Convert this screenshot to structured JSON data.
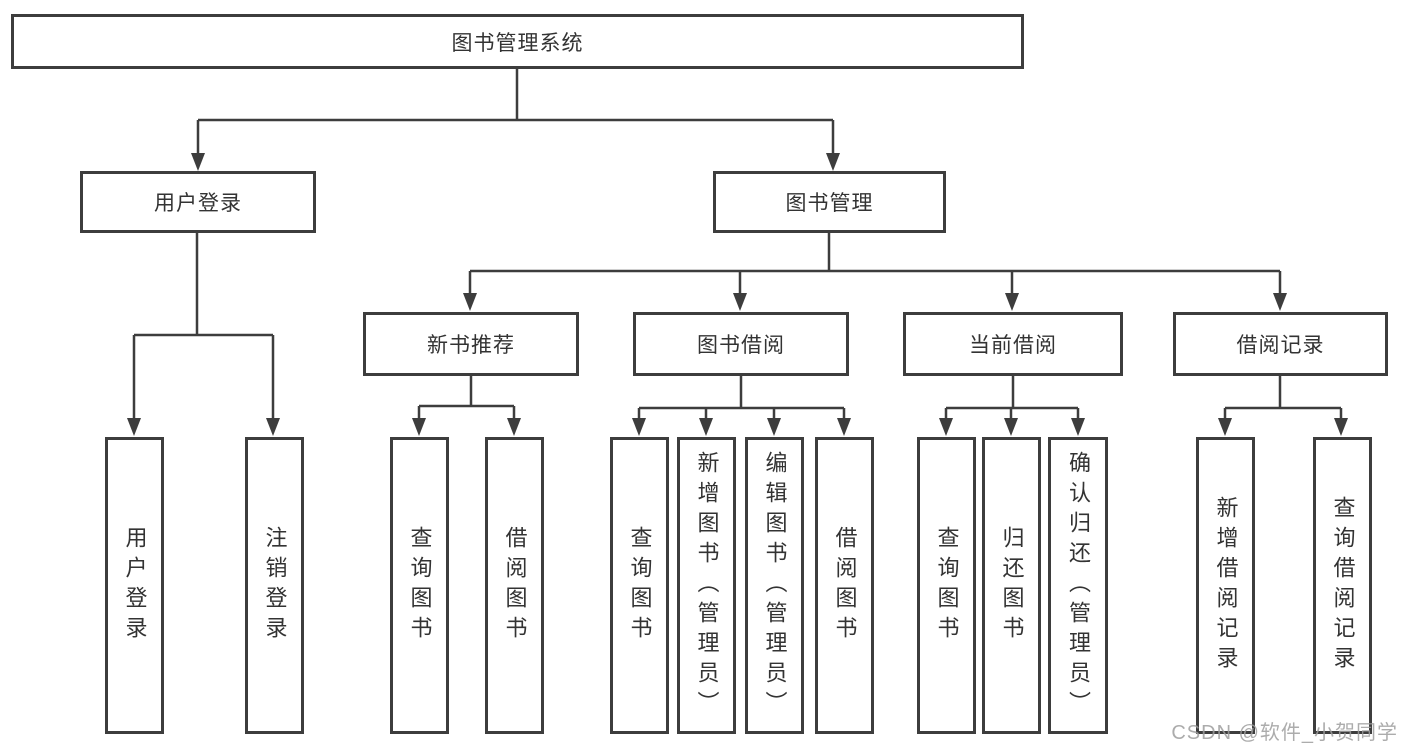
{
  "diagram": {
    "type": "hierarchy-tree",
    "colors": {
      "line": "#3d3d3d",
      "box_border": "#3d3d3d",
      "text": "#333333",
      "background": "#ffffff",
      "watermark": "#9e9e9e"
    },
    "tree": {
      "root": {
        "label": "图书管理系统",
        "children": {
          "user_login": {
            "label": "用户登录",
            "children": {
              "login": {
                "label": "用户登录"
              },
              "logout": {
                "label": "注销登录"
              }
            }
          },
          "book_mgmt": {
            "label": "图书管理",
            "children": {
              "new_book_rec": {
                "label": "新书推荐",
                "children": {
                  "query_book": {
                    "label": "查询图书"
                  },
                  "borrow_book": {
                    "label": "借阅图书"
                  }
                }
              },
              "book_borrow": {
                "label": "图书借阅",
                "children": {
                  "query_book": {
                    "label": "查询图书"
                  },
                  "add_book": {
                    "label": "新增图书（管理员）"
                  },
                  "edit_book": {
                    "label": "编辑图书（管理员）"
                  },
                  "borrow_book": {
                    "label": "借阅图书"
                  }
                }
              },
              "current_borrow": {
                "label": "当前借阅",
                "children": {
                  "query_book": {
                    "label": "查询图书"
                  },
                  "return_book": {
                    "label": "归还图书"
                  },
                  "confirm_return": {
                    "label": "确认归还（管理员）"
                  }
                }
              },
              "borrow_record": {
                "label": "借阅记录",
                "children": {
                  "add_record": {
                    "label": "新增借阅记录"
                  },
                  "query_record": {
                    "label": "查询借阅记录"
                  }
                }
              }
            }
          }
        }
      }
    }
  },
  "watermark": {
    "text": "CSDN @软件_小贺同学"
  }
}
